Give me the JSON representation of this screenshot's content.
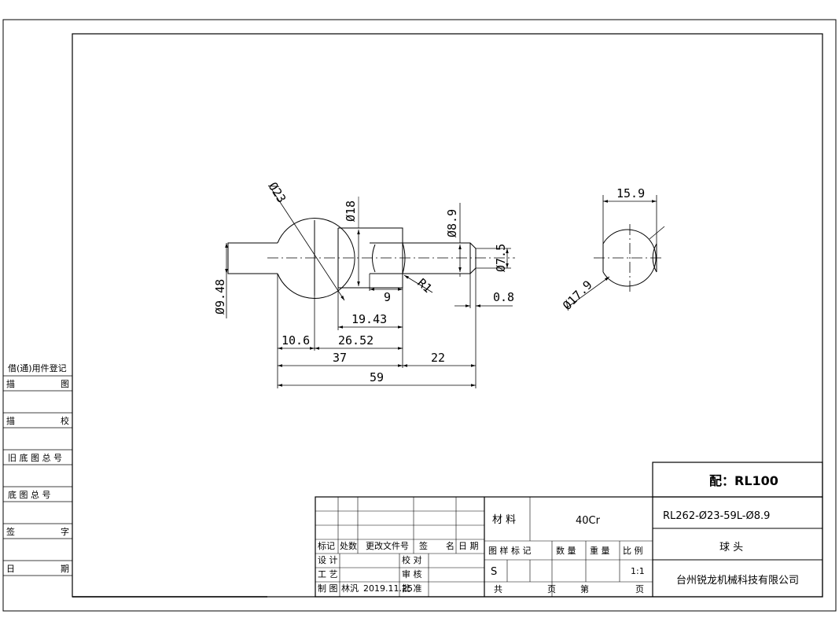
{
  "drawing": {
    "dims": {
      "d23": "Ø23",
      "d18": "Ø18",
      "d89": "Ø8.9",
      "d75": "Ø7.5",
      "d948": "Ø9.48",
      "r1": "R1",
      "d179": "Ø17.9",
      "w159": "15.9",
      "l9": "9",
      "l1943": "19.43",
      "l106": "10.6",
      "l2652": "26.52",
      "l37": "37",
      "l22": "22",
      "l59": "59",
      "l08": "0.8"
    }
  },
  "left_panel": {
    "title": "借(通)用件登记",
    "r1a": "描",
    "r1b": "图",
    "r2a": "描",
    "r2b": "校",
    "r3": "旧 底 图 总 号",
    "r4": "底 图 总 号",
    "r5a": "签",
    "r5b": "字",
    "r6a": "日",
    "r6b": "期"
  },
  "title_block": {
    "match": "配：RL100",
    "part_no": "RL262-Ø23-59L-Ø8.9",
    "part_name": "球 头",
    "company": "台州锐龙机械科技有限公司",
    "material_label": "材 料",
    "material": "40Cr",
    "h_mark": "标记",
    "h_count": "处数",
    "h_doc": "更改文件号",
    "h_sign": "签",
    "h_name": "名",
    "h_date": "日 期",
    "design": "设 计",
    "process": "工 艺",
    "draw": "制 图",
    "drafter": "林汎",
    "draw_date": "2019.11.25",
    "check": "校 对",
    "review": "审 核",
    "approve": "批 准",
    "stage": "图 样 标 记",
    "quantity": "数 量",
    "weight": "重 量",
    "scale_label": "比 例",
    "stage_val": "S",
    "scale_val": "1:1",
    "total": "共",
    "page": "页",
    "sheet_no": "第",
    "page2": "页"
  }
}
